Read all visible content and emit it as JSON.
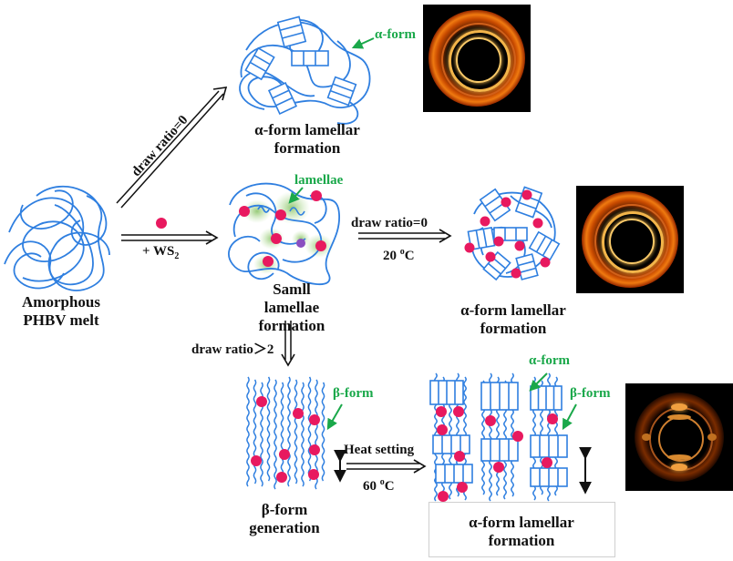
{
  "labels": {
    "amorphous_line1": "Amorphous",
    "amorphous_line2": "PHBV melt",
    "draw_ratio_diag": "draw ratio=0",
    "ws2_prefix": "+ WS",
    "ws2_sub": "2",
    "top_alpha_label": "α-form",
    "top_title_line1": "α-form lamellar",
    "top_title_line2": "formation",
    "lamellae_label": "lamellae",
    "small_line1": "Samll",
    "small_line2": "lamellae",
    "small_line3": "formation",
    "mid_draw": "draw ratio=0",
    "mid_temp": "20 ",
    "mid_temp_sup": "o",
    "mid_temp_unit": "C",
    "mid_title_line1": "α-form lamellar",
    "mid_title_line2": "formation",
    "down_draw": "draw ratio＞2",
    "beta_label": "β-form",
    "beta_title_line1": "β-form",
    "beta_title_line2": "generation",
    "heat_setting": "Heat setting",
    "heat_temp": "60 ",
    "heat_temp_sup": "o",
    "heat_temp_unit": "C",
    "bottom_alpha_label": "α-form",
    "bottom_beta_label": "β-form",
    "bottom_title_line1": "α-form lamellar",
    "bottom_title_line2": "formation"
  },
  "colors": {
    "chain": "#2f7fe0",
    "nanoparticle": "#e8195f",
    "label_green": "#1aa84a",
    "halo_green": "#9ccf7a"
  }
}
